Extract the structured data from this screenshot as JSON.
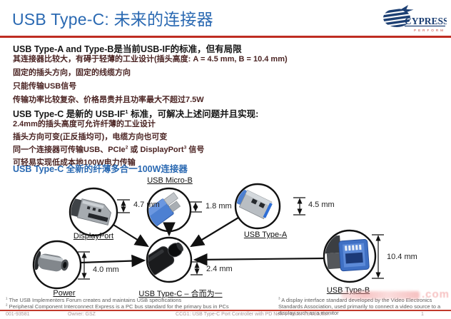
{
  "title": "USB Type-C: 未来的连接器",
  "logo": {
    "name": "CYPRESS",
    "tagline": "PERFORM"
  },
  "section1": {
    "heading": "USB Type-A and Type-B是当前USB-IF的标准，但有局限",
    "bullets": [
      "其连接器比较大，有碍于轻薄的工业设计(插头高度: A = 4.5 mm, B = 10.4 mm)",
      "固定的插头方向，固定的线缆方向",
      "只能传输USB信号",
      "传输功率比较复杂、价格昂贵并且功率最大不超过7.5W"
    ]
  },
  "section2": {
    "heading_pre": "USB Type-C 是新的 USB-IF",
    "heading_sup": "1",
    "heading_post": " 标准，可解决上述问题并且实现:",
    "bullet1": "2.4mm的插头高度可允许纤薄的工业设计",
    "bullet2": "插头方向可变(正反插均可)，电缆方向也可变",
    "bullet3_pre": "同一个连接器可传输USB、PCIe",
    "bullet3_sup1": "2",
    "bullet3_mid": " 或 DisplayPort",
    "bullet3_sup2": "3",
    "bullet3_post": " 信号",
    "bullet4": "可轻易实现低成本地100W电力传输"
  },
  "diagram": {
    "heading": "USB Type-C 全新的纤薄多合一100W连接器",
    "connectors": {
      "displayport": {
        "label": "DisplayPort",
        "height": "4.7 mm"
      },
      "usb_micro_b": {
        "label": "USB Micro-B",
        "height": "1.8 mm"
      },
      "usb_type_a": {
        "label": "USB Type-A",
        "height": "4.5 mm"
      },
      "power": {
        "label": "Power",
        "height": "4.0 mm"
      },
      "usb_type_c": {
        "label": "USB Type-C – 合而为一",
        "height": "2.4 mm"
      },
      "usb_type_b": {
        "label": "USB Type-B",
        "height": "10.4 mm"
      }
    }
  },
  "footnotes": {
    "f1_sup": "1",
    "f1_text": "The USB Implementers Forum creates and maintains USB specifications",
    "f2_sup": "2",
    "f2_text": "Peripheral Component Interconnect Express is a PC bus standard for the primary bus in PCs",
    "f3_sup": "3",
    "f3_text": "A display interface standard developed by the Video Electronics Standards Association, used primarily to connect a video source to a display such as a monitor"
  },
  "footer": {
    "doc_id": "001-93581",
    "owner": "Owner: GSZ",
    "title": "CCG1: USB Type-C Port Controller with PD New Product Introduction",
    "page": "1"
  },
  "watermark": ".com",
  "colors": {
    "accent_blue": "#2a69b2",
    "accent_red": "#bf2c22",
    "body_text": "#4b2423",
    "logo_navy": "#1c3f73",
    "logo_red": "#c03a2e"
  }
}
